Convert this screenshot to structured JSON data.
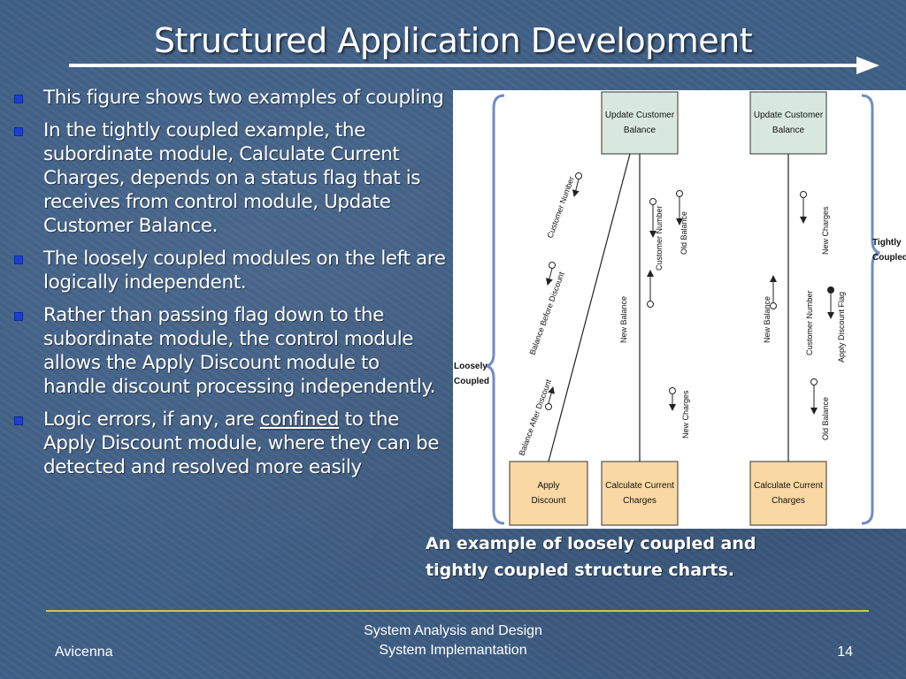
{
  "slide": {
    "title": "Structured Application Development",
    "bullets": [
      {
        "text": "This figure shows two examples of coupling"
      },
      {
        "text": "In the tightly coupled example, the subordinate module, Calculate Current Charges, depends on a status flag that is receives from control module, Update Customer Balance."
      },
      {
        "text": "The loosely coupled modules on the left are logically independent."
      },
      {
        "text": "Rather than passing flag down to the subordinate module, the control module allows the Apply Discount module to handle discount processing independently."
      },
      {
        "before": "Logic errors, if any, are ",
        "underlined": "confined",
        "after": " to the Apply Discount module, where they can be detected and resolved more easily"
      }
    ],
    "caption_line1": "An example of loosely coupled and",
    "caption_line2": "tightly coupled structure charts.",
    "footer": {
      "left": "Avicenna",
      "center_line1": "System Analysis and Design",
      "center_line2": "System Implemantation",
      "page": "14"
    }
  },
  "diagram": {
    "loose_label_1": "Loosely",
    "loose_label_2": "Coupled",
    "tight_label_1": "Tightly",
    "tight_label_2": "Coupled",
    "loose_top_1": "Update Customer",
    "loose_top_2": "Balance",
    "apply_1": "Apply",
    "apply_2": "Discount",
    "calc_left_1": "Calculate Current",
    "calc_left_2": "Charges",
    "tight_top_1": "Update Customer",
    "tight_top_2": "Balance",
    "calc_right_1": "Calculate Current",
    "calc_right_2": "Charges",
    "flows": {
      "customer_number": "Customer Number",
      "balance_before_discount": "Balance Before Discount",
      "balance_after_discount": "Balance After Discount",
      "loose_customer_number": "Customer Number",
      "loose_old_balance": "Old Balance",
      "loose_new_balance": "New Balance",
      "loose_new_charges": "New Charges",
      "tight_new_balance": "New Balance",
      "tight_customer_number": "Customer Number",
      "tight_new_charges": "New Charges",
      "tight_apply_discount_flag": "Apply Discount Flag",
      "tight_old_balance": "Old Balance"
    },
    "colors": {
      "box_fill_light": "#d9e8df",
      "box_fill_warm": "#f9d8a4",
      "bracket": "#6f8dc4"
    }
  }
}
